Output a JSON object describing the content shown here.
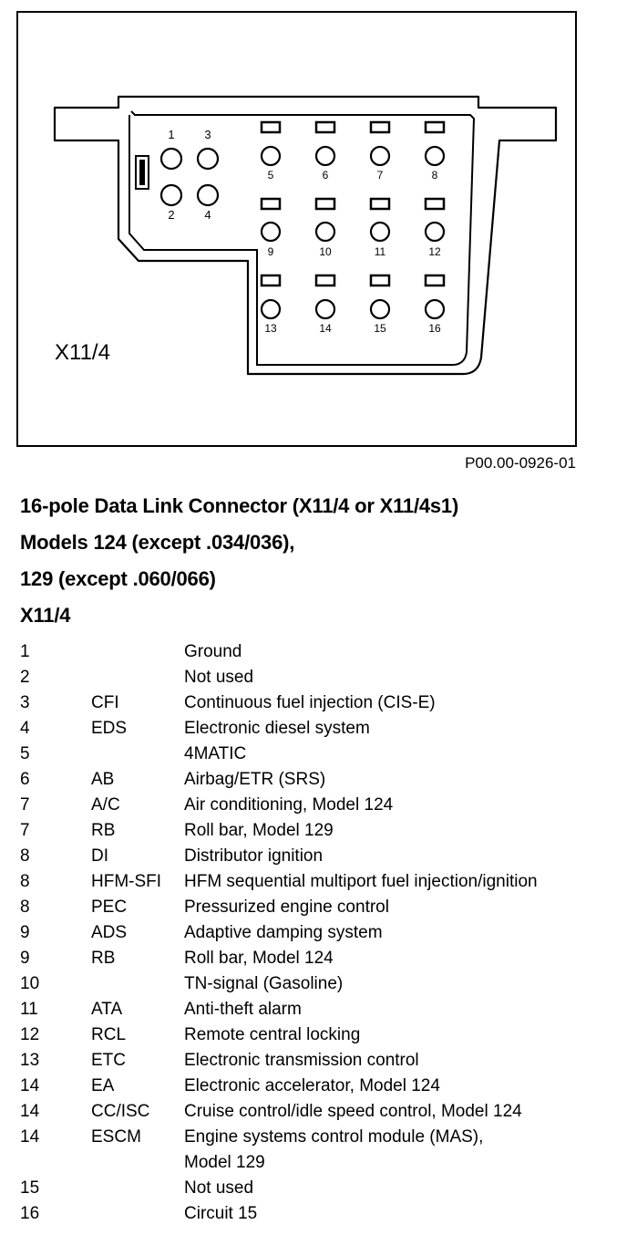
{
  "figure_id": "P00.00-0926-01",
  "connector_label": "X11/4",
  "pin_labels": [
    "1",
    "2",
    "3",
    "4",
    "5",
    "6",
    "7",
    "8",
    "9",
    "10",
    "11",
    "12",
    "13",
    "14",
    "15",
    "16"
  ],
  "headings": {
    "line1": "16-pole Data Link Connector (X11/4 or X11/4s1)",
    "line2": "Models 124 (except .034/036),",
    "line3": "129 (except .060/066)",
    "line4": "X11/4"
  },
  "pins": [
    {
      "pin": "1",
      "code": "",
      "desc": "Ground"
    },
    {
      "pin": "2",
      "code": "",
      "desc": "Not used"
    },
    {
      "pin": "3",
      "code": "CFI",
      "desc": "Continuous fuel injection (CIS-E)"
    },
    {
      "pin": "4",
      "code": "EDS",
      "desc": "Electronic diesel system"
    },
    {
      "pin": "5",
      "code": "",
      "desc": "4MATIC"
    },
    {
      "pin": "6",
      "code": "AB",
      "desc": "Airbag/ETR (SRS)"
    },
    {
      "pin": "7",
      "code": "A/C",
      "desc": "Air conditioning, Model 124"
    },
    {
      "pin": "7",
      "code": "RB",
      "desc": "Roll bar, Model 129"
    },
    {
      "pin": "8",
      "code": "DI",
      "desc": "Distributor ignition"
    },
    {
      "pin": "8",
      "code": "HFM-SFI",
      "desc": "HFM sequential multiport fuel injection/ignition"
    },
    {
      "pin": "8",
      "code": "PEC",
      "desc": "Pressurized engine control"
    },
    {
      "pin": "9",
      "code": "ADS",
      "desc": "Adaptive damping system"
    },
    {
      "pin": "9",
      "code": "RB",
      "desc": "Roll bar, Model 124"
    },
    {
      "pin": "10",
      "code": "",
      "desc": "TN-signal (Gasoline)"
    },
    {
      "pin": "11",
      "code": "ATA",
      "desc": "Anti-theft alarm"
    },
    {
      "pin": "12",
      "code": "RCL",
      "desc": "Remote central locking"
    },
    {
      "pin": "13",
      "code": "ETC",
      "desc": "Electronic transmission control"
    },
    {
      "pin": "14",
      "code": "EA",
      "desc": "Electronic accelerator, Model 124"
    },
    {
      "pin": "14",
      "code": "CC/ISC",
      "desc": "Cruise control/idle speed control, Model 124"
    },
    {
      "pin": "14",
      "code": "ESCM",
      "desc": "Engine systems control module (MAS),",
      "desc2": "Model 129"
    },
    {
      "pin": "15",
      "code": "",
      "desc": "Not used"
    },
    {
      "pin": "16",
      "code": "",
      "desc": "Circuit 15"
    }
  ]
}
